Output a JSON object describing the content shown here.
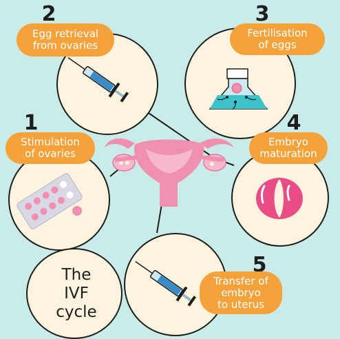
{
  "colors": {
    "background": "#c9ece8",
    "circle_fill": "#fcf4df",
    "pill": "#f6a23b",
    "uterus": "#f08fb0",
    "outline": "#1d1d1d"
  },
  "steps": [
    {
      "number": "1",
      "line1": "Stimulation",
      "line2": "of ovaries",
      "icon": "pill-blister-pack"
    },
    {
      "number": "2",
      "line1": "Egg retrieval",
      "line2": "from ovaries",
      "icon": "syringe"
    },
    {
      "number": "3",
      "line1": "Fertilisation",
      "line2": "of eggs",
      "icon": "lab-flask"
    },
    {
      "number": "4",
      "line1": "Embryo",
      "line2": "maturation",
      "icon": "embryo"
    },
    {
      "number": "5",
      "line1": "Transfer of",
      "line2": "embryo",
      "line3": "to uterus",
      "icon": "syringe"
    }
  ],
  "center": {
    "line1": "The",
    "line2": "IVF",
    "line3": "cycle",
    "icon": "uterus"
  }
}
